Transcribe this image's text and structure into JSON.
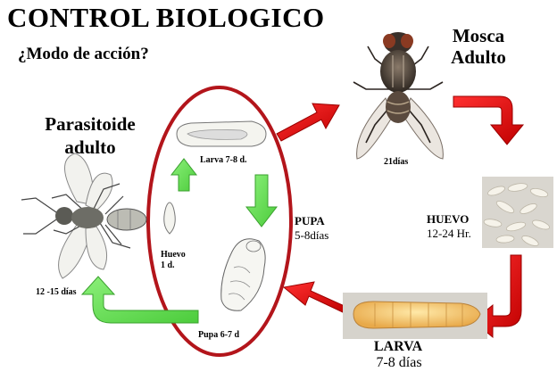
{
  "title": "CONTROL BIOLOGICO",
  "subtitle": "¿Modo de  acción?",
  "labels": {
    "parasitoide_line1": "Parasitoide",
    "parasitoide_line2": "adulto",
    "parasitoide_time": "12 -15 días",
    "mosca_line1": "Mosca",
    "mosca_line2": "Adulto",
    "mosca_time": "21días",
    "huevo": "HUEVO",
    "huevo_time": "12-24  Hr.",
    "larva": "LARVA",
    "larva_time": "7-8 días",
    "pupa": "PUPA",
    "pupa_time": "5-8días",
    "inner_larva": "Larva  7-8 d.",
    "inner_huevo_line1": "Huevo",
    "inner_huevo_line2": "1 d.",
    "inner_pupa": "Pupa 6-7 d"
  },
  "colors": {
    "cycle_ring": "#b3151b",
    "red_arrow": "#e01010",
    "green_arrow": "#66dd55"
  }
}
